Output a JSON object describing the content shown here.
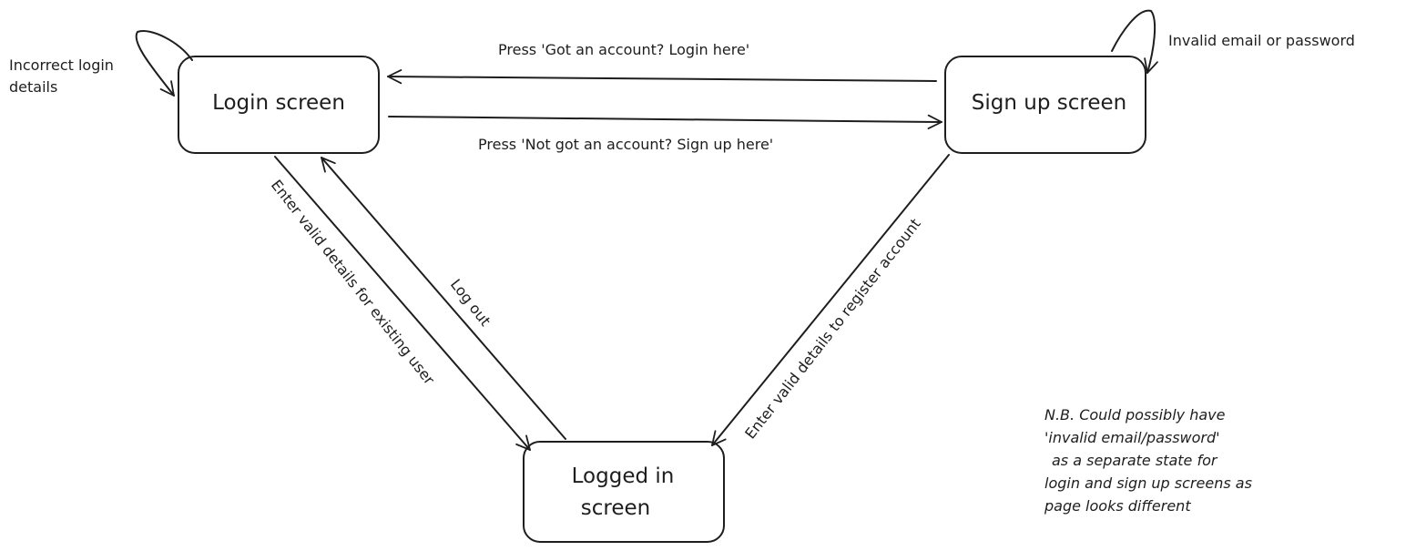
{
  "states": {
    "login": "Login screen",
    "signup": "Sign up screen",
    "logged_in_line1": "Logged in",
    "logged_in_line2": "screen"
  },
  "transitions": {
    "signup_to_login": "Press 'Got an account? Login here'",
    "login_to_signup": "Press 'Not got an account? Sign up here'",
    "login_to_logged_in": "Enter valid details for existing user",
    "logged_in_to_login": "Log out",
    "signup_to_logged_in": "Enter valid details to register account",
    "login_self_line1": "Incorrect login",
    "login_self_line2": "details",
    "signup_self": "Invalid email or password"
  },
  "note": {
    "line1": "N.B. Could possibly have",
    "line2": "'invalid email/password'",
    "line3": "as a separate state for",
    "line4": "login and sign up screens as",
    "line5": "page looks different"
  }
}
